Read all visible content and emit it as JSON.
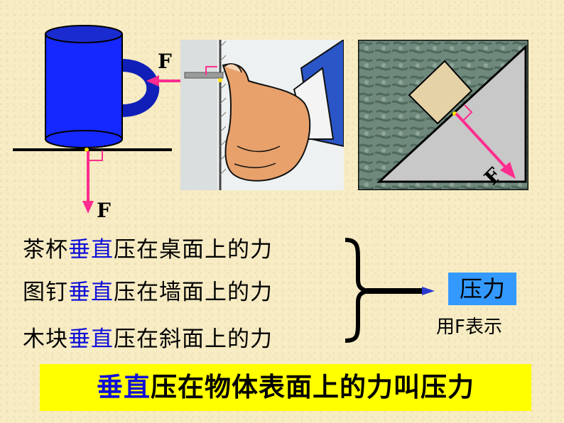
{
  "labels": {
    "force_mug_top": "F",
    "force_mug_bottom": "F",
    "force_incline": "F"
  },
  "rows": [
    {
      "prefix": "茶杯",
      "highlight": "垂直",
      "suffix": "压在桌面上的力"
    },
    {
      "prefix": "图钉",
      "highlight": "垂直",
      "suffix": "压在墙面上的力"
    },
    {
      "prefix": "木块",
      "highlight": "垂直",
      "suffix": "压在斜面上的力"
    }
  ],
  "result": {
    "box_label": "压力",
    "caption": "用F表示"
  },
  "conclusion": {
    "highlight": "垂直",
    "rest": "压在物体表面上的力叫压力"
  },
  "colors": {
    "arrow_magenta": "#ff2d8f",
    "mug_blue": "#1428ff",
    "highlight_blue": "#1010d8",
    "box_blue": "#3399ff",
    "banner_yellow": "#ffff00"
  }
}
